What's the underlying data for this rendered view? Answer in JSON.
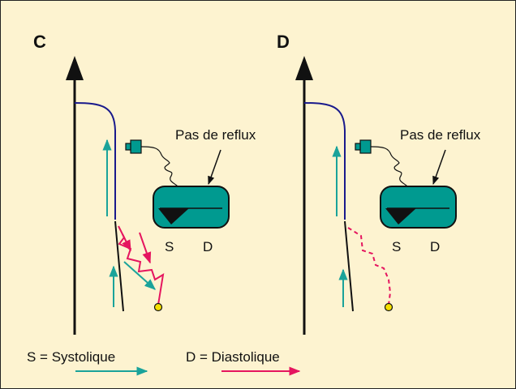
{
  "panels": [
    {
      "letter": "C",
      "annotation": "Pas de reflux",
      "device_left": "S",
      "device_right": "D"
    },
    {
      "letter": "D",
      "annotation": "Pas de reflux",
      "device_left": "S",
      "device_right": "D"
    }
  ],
  "legend": {
    "systolic": "S = Systolique",
    "diastolic": "D = Diastolique"
  },
  "colors": {
    "background": "#fdf3d0",
    "vessel_wall": "#1a1a8c",
    "systolic_arrow": "#1aa39a",
    "diastolic_arrow": "#e5155f",
    "device": "#009a90",
    "dot": "#f5e000"
  }
}
